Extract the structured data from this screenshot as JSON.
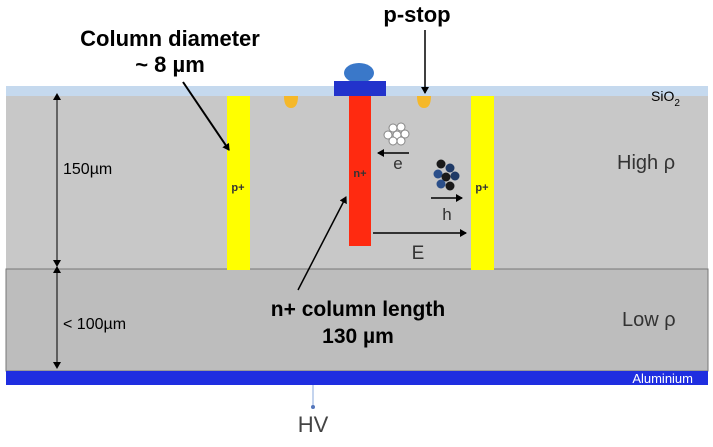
{
  "labels": {
    "column_diameter_line1": "Column diameter",
    "column_diameter_line2": "~ 8 µm",
    "p_stop": "p-stop",
    "sio2_main": "SiO",
    "sio2_sub": "2",
    "high_rho": "High ρ",
    "low_rho": "Low ρ",
    "thickness_high": "150µm",
    "thickness_low": "< 100µm",
    "p_plus_left": "p+",
    "p_plus_right": "p+",
    "n_plus": "n+",
    "electron": "e",
    "hole": "h",
    "field": "E",
    "n_column_line1": "n+ column length",
    "n_column_line2": "130 µm",
    "aluminium": "Aluminium",
    "hv": "HV"
  },
  "colors": {
    "sio2": "#c5d9ee",
    "high_rho_region": "#c8c8c8",
    "low_rho_region": "#bdbdbd",
    "p_plus_column": "#ffff00",
    "n_plus_column": "#ff2a10",
    "aluminium": "#1f2ee0",
    "contact_pad": "#2233cc",
    "contact_dome": "#3a78c9",
    "p_stop": "#f5b82a"
  }
}
